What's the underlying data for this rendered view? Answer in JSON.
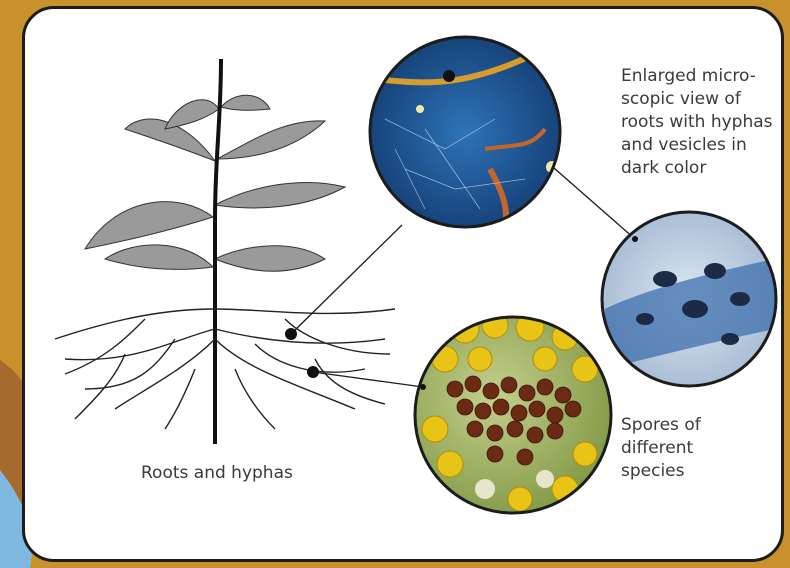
{
  "colors": {
    "background": "#c9912b",
    "panel": "#ffffff",
    "border": "#1c1c1c",
    "text": "#3a3a3a",
    "blue_micro": "#1b4f8e",
    "spore_yellow": "#e8c417",
    "spore_brown": "#6b2a14"
  },
  "labels": {
    "enlarged": "Enlarged micro-\nscopic view of\nroots with hyphas\nand vesicles in\ndark color",
    "spores": "Spores of\ndifferent\nspecies",
    "roots": "Roots and hyphas"
  },
  "icons": {
    "plant": "plant-with-roots-illustration",
    "micro_blue": "hyphae-micrograph",
    "micro_vesicles": "vesicle-micrograph",
    "micro_spores": "spores-micrograph"
  }
}
